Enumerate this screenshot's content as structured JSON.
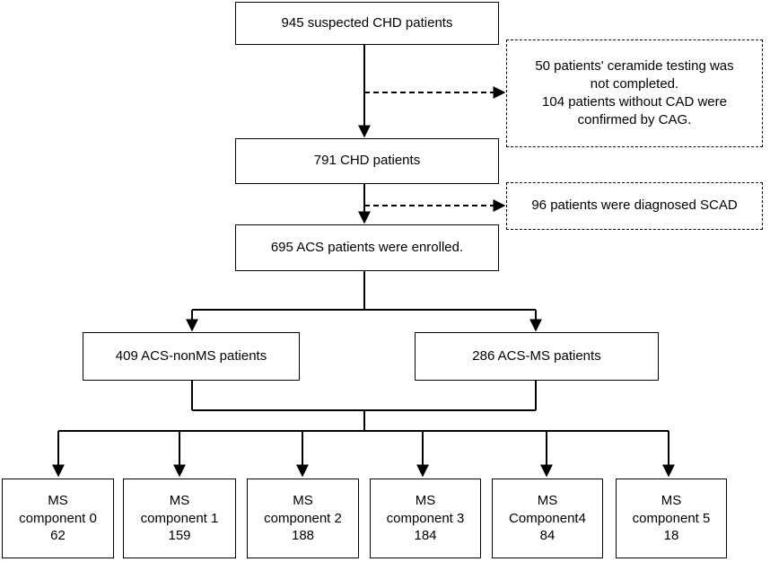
{
  "main_flow": {
    "suspected": "945 suspected CHD patients",
    "chd": "791 CHD patients",
    "acs": "695 ACS patients were enrolled.",
    "nonms": "409 ACS-nonMS patients",
    "ms": "286 ACS-MS patients"
  },
  "exclusions": {
    "first": [
      "50 patients' ceramide testing was",
      "not completed.",
      "104 patients without CAD were",
      "confirmed by CAG."
    ],
    "second": "96 patients were diagnosed SCAD"
  },
  "components": [
    {
      "line1": "MS",
      "line2": "component 0",
      "count": "62"
    },
    {
      "line1": "MS",
      "line2": "component 1",
      "count": "159"
    },
    {
      "line1": "MS",
      "line2": "component 2",
      "count": "188"
    },
    {
      "line1": "MS",
      "line2": "component 3",
      "count": "184"
    },
    {
      "line1": "MS",
      "line2": "Component4",
      "count": "84"
    },
    {
      "line1": "MS",
      "line2": "component 5",
      "count": "18"
    }
  ],
  "colors": {
    "line": "#000000",
    "box_fill": "#ffffff"
  }
}
